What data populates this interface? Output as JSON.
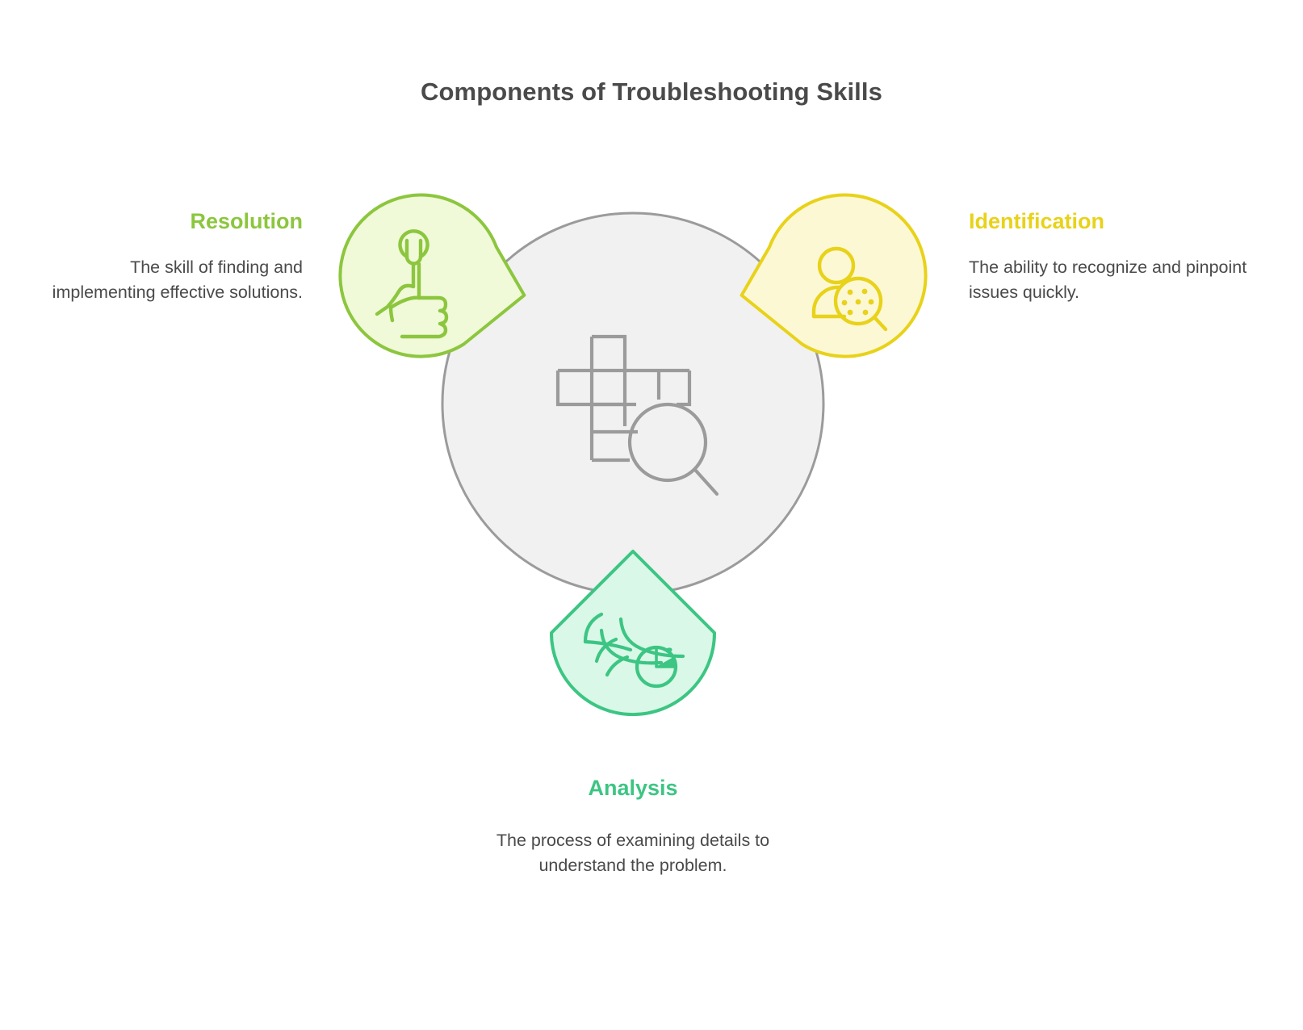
{
  "title": "Components of Troubleshooting Skills",
  "colors": {
    "resolution_accent": "#8cc63e",
    "resolution_fill": "#f0f9d8",
    "identification_accent": "#e8d21a",
    "identification_fill": "#fdf8d4",
    "analysis_accent": "#3cc583",
    "analysis_fill": "#d9f8e7",
    "center_fill": "#f1f1f1",
    "center_stroke": "#9b9b9b",
    "text": "#4a4a4a"
  },
  "center": {
    "icon_name": "puzzle-magnifier-icon"
  },
  "components": [
    {
      "key": "resolution",
      "heading": "Resolution",
      "description": "The skill of finding and implementing effective solutions.",
      "icon_name": "hand-wrench-icon",
      "accent": "#8cc63e",
      "fill": "#f0f9d8"
    },
    {
      "key": "identification",
      "heading": "Identification",
      "description": "The ability to recognize and pinpoint issues quickly.",
      "icon_name": "person-magnifier-icon",
      "accent": "#e8d21a",
      "fill": "#fdf8d4"
    },
    {
      "key": "analysis",
      "heading": "Analysis",
      "description": "The process of examining details to understand the problem.",
      "icon_name": "data-flow-pie-chart-icon",
      "accent": "#3cc583",
      "fill": "#d9f8e7"
    }
  ]
}
